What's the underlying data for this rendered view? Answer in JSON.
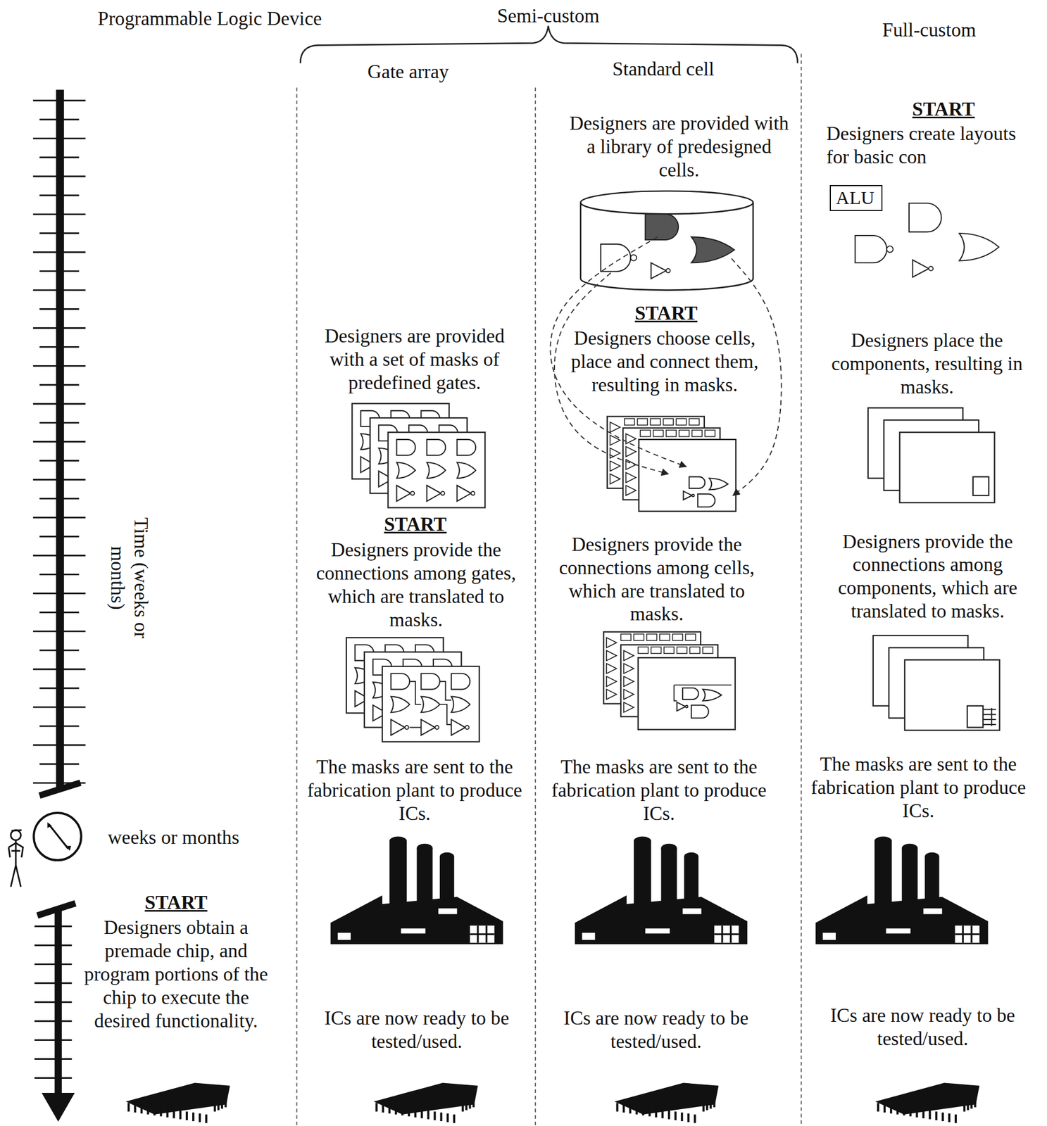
{
  "diagram": {
    "nodes": [
      {
        "text": [
          "ALU"
        ]
      }
    ],
    "labels": [
      "Programmable Logic Device",
      "Semi-custom",
      "Full-custom",
      "Gate array",
      "Standard cell",
      "START",
      "Designers create layouts for basic con",
      "Designers are provided with a library of predesigned cells.",
      "START",
      "Designers choose cells, place and connect them, resulting in masks.",
      "Designers place the components, resulting in masks.",
      "Designers are provided with a set of masks of predefined gates.",
      "START",
      "Designers provide the connections among gates, which are translated to masks.",
      "Designers provide the connections among cells, which are translated to masks.",
      "Designers provide the connections among components, which are translated to masks.",
      "Time (weeks or months)",
      "The masks are sent to the fabrication plant to produce ICs.",
      "The masks are sent to the fabrication plant to produce ICs.",
      "The masks are sent to the fabrication plant to produce ICs.",
      "weeks or months",
      "START",
      "Designers obtain a premade chip, and program portions of the chip to execute the desired functionality.",
      "ICs are now ready to be tested/used.",
      "ICs are now ready to be tested/used.",
      "ICs are now ready to be tested/used."
    ]
  }
}
